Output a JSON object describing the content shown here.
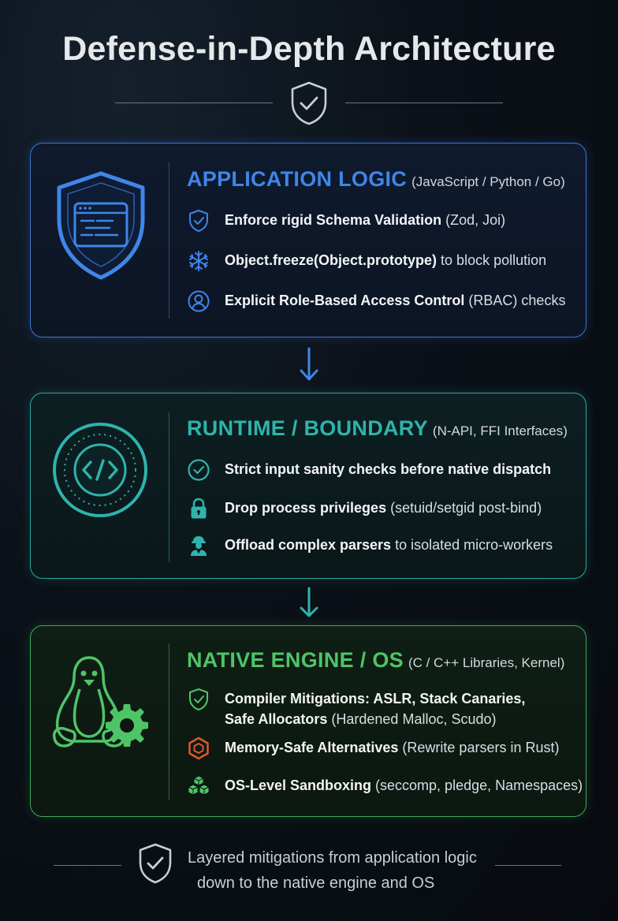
{
  "title": "Defense-in-Depth Architecture",
  "colors": {
    "application": "#3f86e8",
    "runtime": "#2fb3ab",
    "native": "#4fc467",
    "background": "#0b1118"
  },
  "layers": [
    {
      "heading": "APPLICATION LOGIC",
      "subtitle": "(JavaScript / Python / Go)",
      "main_icon": "shield-code-window-icon",
      "items": [
        {
          "icon": "shield-check-icon",
          "bold": "Enforce rigid Schema Validation",
          "rest": " (Zod, Joi)"
        },
        {
          "icon": "snowflake-icon",
          "bold": "Object.freeze(Object.prototype)",
          "rest": " to block pollution"
        },
        {
          "icon": "user-circle-icon",
          "bold": "Explicit Role-Based Access Control",
          "rest": " (RBAC) checks"
        }
      ]
    },
    {
      "heading": "RUNTIME / BOUNDARY",
      "subtitle": "(N-API, FFI Interfaces)",
      "main_icon": "code-circle-icon",
      "items": [
        {
          "icon": "check-circle-icon",
          "bold": "Strict input sanity checks before native dispatch",
          "rest": ""
        },
        {
          "icon": "padlock-icon",
          "bold": "Drop process privileges",
          "rest": " (setuid/setgid post-bind)"
        },
        {
          "icon": "worker-icon",
          "bold": "Offload complex parsers",
          "rest": " to isolated micro-workers"
        }
      ]
    },
    {
      "heading": "NATIVE ENGINE / OS",
      "subtitle": "(C / C++ Libraries, Kernel)",
      "main_icon": "penguin-gear-icon",
      "items": [
        {
          "icon": "shield-check-icon",
          "bold": "Compiler Mitigations: ASLR, Stack Canaries,",
          "rest": "",
          "bold2": "Safe Allocators",
          "rest2": " (Hardened Malloc, Scudo)"
        },
        {
          "icon": "hexagon-icon",
          "bold": "Memory-Safe Alternatives",
          "rest": " (Rewrite parsers in Rust)"
        },
        {
          "icon": "cubes-icon",
          "bold": "OS-Level Sandboxing",
          "rest": " (seccomp, pledge, Namespaces)"
        }
      ]
    }
  ],
  "footer": {
    "line1": "Layered mitigations from application logic",
    "line2": "down to the native engine and OS"
  }
}
